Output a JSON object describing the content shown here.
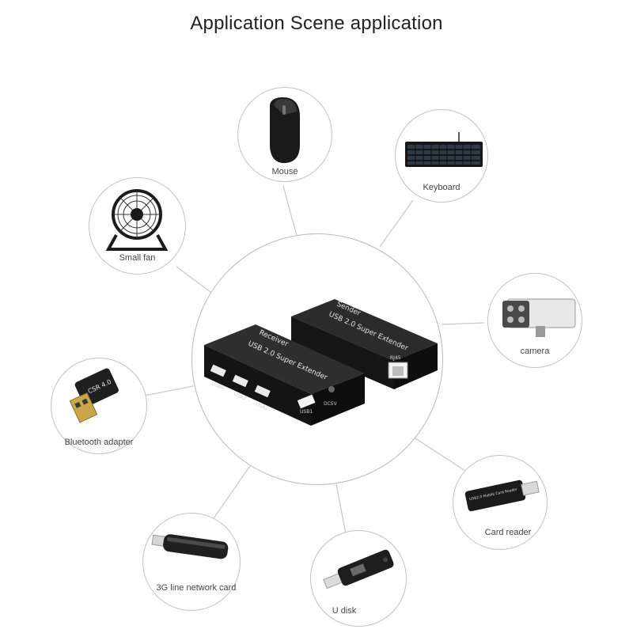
{
  "title": "Application Scene application",
  "devices": {
    "mouse": "Mouse",
    "keyboard": "Keyboard",
    "fan": "Small fan",
    "camera": "camera",
    "bluetooth": "Bluetooth adapter",
    "card_reader": "Card reader",
    "network_card": "3G line network card",
    "udisk": "U disk"
  },
  "product": {
    "receiver_name": "USB 2.0 Super Extender",
    "receiver_role": "Receiver",
    "sender_name": "USB 2.0 Super Extender",
    "sender_role": "Sender",
    "ports": [
      "USB4",
      "USB3",
      "USB2",
      "USB1",
      "DC5V"
    ],
    "sender_port": "RJ45",
    "bluetooth_marking": "CSR 4.0",
    "card_reader_marking": "USB2.0 Mobile Card Reader"
  }
}
